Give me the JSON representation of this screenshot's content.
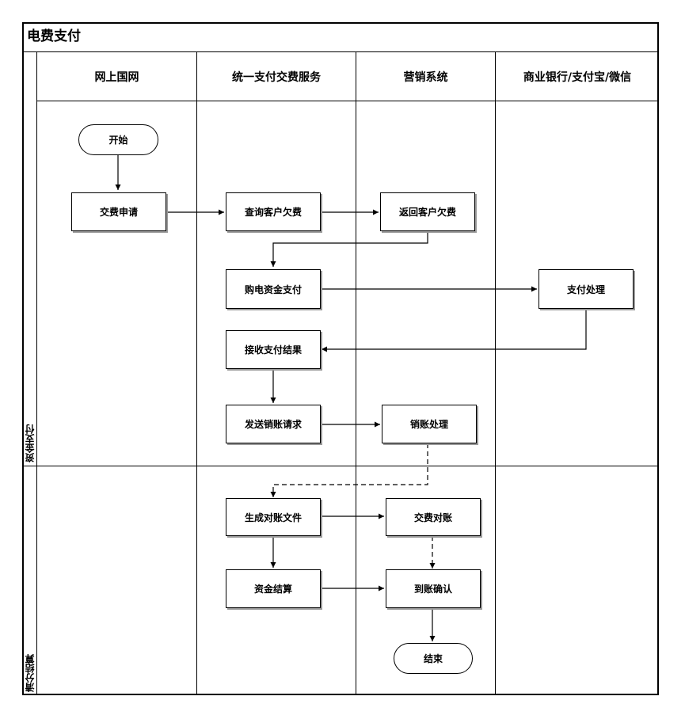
{
  "diagram": {
    "title": "电费支付",
    "lanes": [
      "网上国网",
      "统一支付交费服务",
      "营销系统",
      "商业银行/支付宝/微信"
    ],
    "phases": [
      "资金支付",
      "清分结算"
    ],
    "nodes": {
      "start": "开始",
      "apply": "交费申请",
      "query_debt": "查询客户欠费",
      "return_debt": "返回客户欠费",
      "purchase_pay": "购电资金支付",
      "pay_process": "支付处理",
      "receive_result": "接收支付结果",
      "send_writeoff": "发送销账请求",
      "writeoff_process": "销账处理",
      "gen_recon_file": "生成对账文件",
      "pay_recon": "交费对账",
      "fund_settle": "资金结算",
      "arrival_confirm": "到账确认",
      "end": "结束"
    }
  }
}
